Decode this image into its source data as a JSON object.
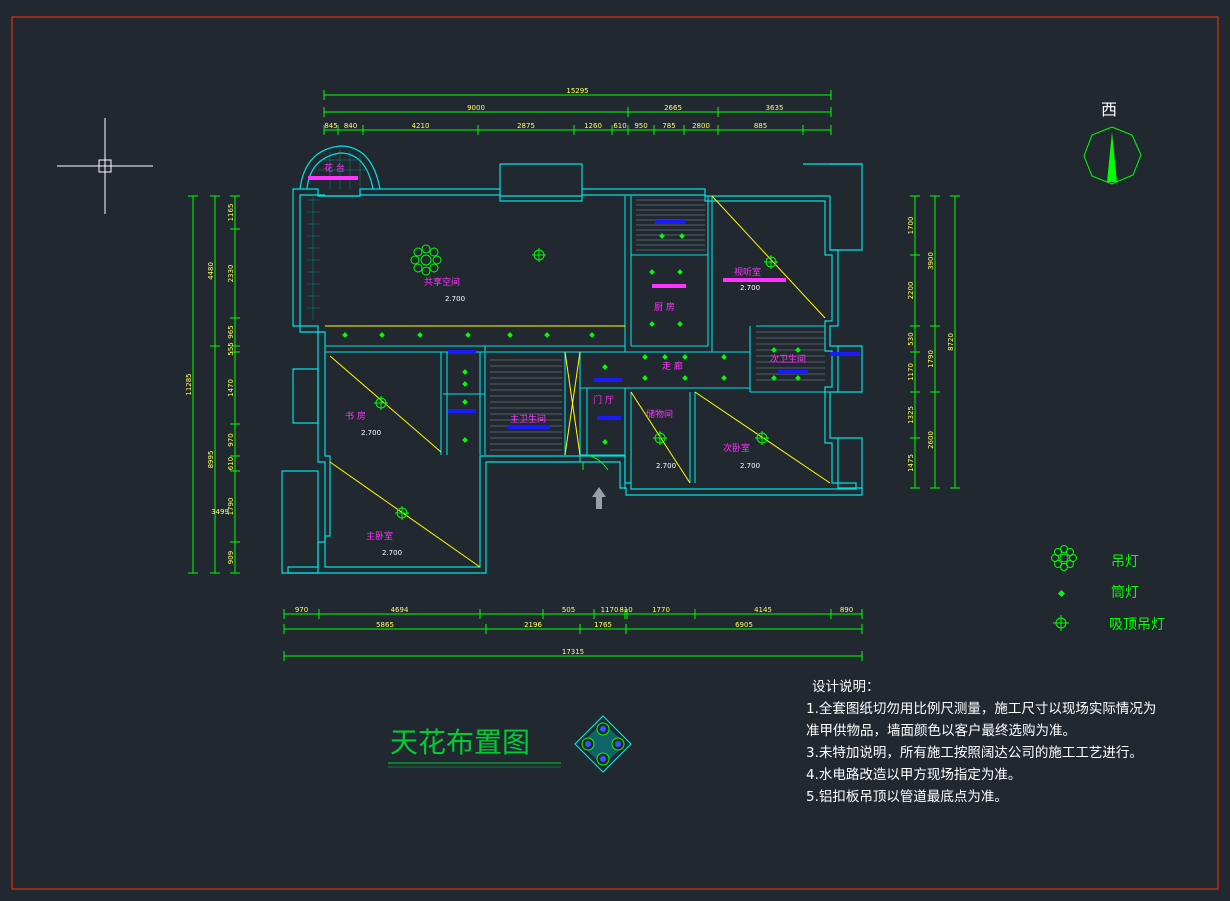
{
  "drawing_title": "天花布置图",
  "compass": {
    "direction_label": "西"
  },
  "dimensions": {
    "top_total": "15295",
    "top_groups": [
      "9000",
      "2665",
      "3635"
    ],
    "top_detail": [
      "845",
      "840",
      "4210",
      "2875",
      "1260",
      "610",
      "950",
      "785",
      "2800",
      "885"
    ],
    "bottom_detail": [
      "970",
      "4694",
      "505",
      "1170",
      "810",
      "1770",
      "4145",
      "890"
    ],
    "bottom_groups": [
      "5865",
      "2196",
      "1765",
      "6905"
    ],
    "bottom_total": "17315",
    "left_total": "11285",
    "left_groups": [
      "4480",
      "8995"
    ],
    "left_detail": [
      "1165",
      "2330",
      "965",
      "555",
      "1470",
      "970",
      "610",
      "1790",
      "909"
    ],
    "left_extra": "3499",
    "right_total": "8720",
    "right_groups": [
      "3900",
      "1790",
      "2600"
    ],
    "right_detail": [
      "1700",
      "2200",
      "530",
      "1170",
      "1325",
      "1475"
    ]
  },
  "rooms": [
    {
      "name": "花 台"
    },
    {
      "name": "共享空间"
    },
    {
      "name": "书 房"
    },
    {
      "name": "主卧室"
    },
    {
      "name": "主卫生间"
    },
    {
      "name": "门 厅"
    },
    {
      "name": "走 廊"
    },
    {
      "name": "厨 房"
    },
    {
      "name": "储物间"
    },
    {
      "name": "次卧室"
    },
    {
      "name": "次卫生间"
    },
    {
      "name": "视听室"
    }
  ],
  "ceiling_height": "2.700",
  "legend": [
    {
      "label": "吊灯",
      "icon": "chandelier-icon"
    },
    {
      "label": "筒灯",
      "icon": "downlight-icon"
    },
    {
      "label": "吸顶吊灯",
      "icon": "ceiling-lamp-icon"
    }
  ],
  "notes": {
    "heading": "设计说明：",
    "items": [
      "1.全套图纸切勿用比例尺测量，施工尺寸以现场实际情况为",
      "准甲供物品，墙面颜色以客户最终选购为准。",
      "3.未特加说明，所有施工按照阔达公司的施工工艺进行。",
      "4.水电路改造以甲方现场指定为准。",
      "5.铝扣板吊顶以管道最底点为准。"
    ]
  },
  "colors": {
    "background": "#212830",
    "wall": "#00e0e0",
    "dimension": "#00ff00",
    "dimension_text": "#ffff66",
    "room_text": "#ff33ff",
    "diagonal": "#ffff00",
    "border": "#ff3300",
    "title": "#00cc33"
  }
}
